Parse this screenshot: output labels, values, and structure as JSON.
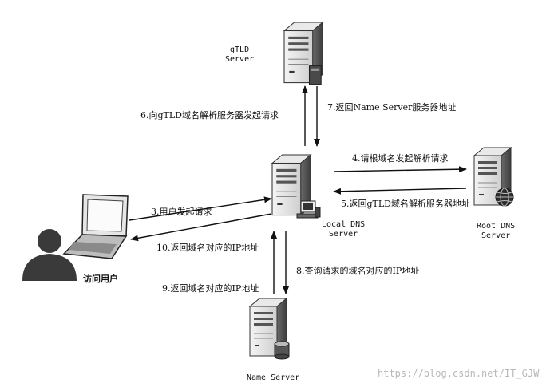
{
  "nodes": {
    "gtld": [
      "gTLD",
      "Server"
    ],
    "local": [
      "Local DNS",
      "Server"
    ],
    "root": [
      "Root DNS",
      "Server"
    ],
    "name": "Name Server",
    "user": "访问用户"
  },
  "steps": {
    "s3": "3.用户发起请求",
    "s4": "4.请根域名发起解析请求",
    "s5": "5.返回gTLD域名解析服务器地址",
    "s6": "6.向gTLD域名解析服务器发起请求",
    "s7": "7.返回Name Server服务器地址",
    "s8": "8.查询请求的域名对应的IP地址",
    "s9": "9.返回域名对应的IP地址",
    "s10": "10.返回域名对应的IP地址"
  },
  "watermark": "https://blog.csdn.net/IT_GJW"
}
